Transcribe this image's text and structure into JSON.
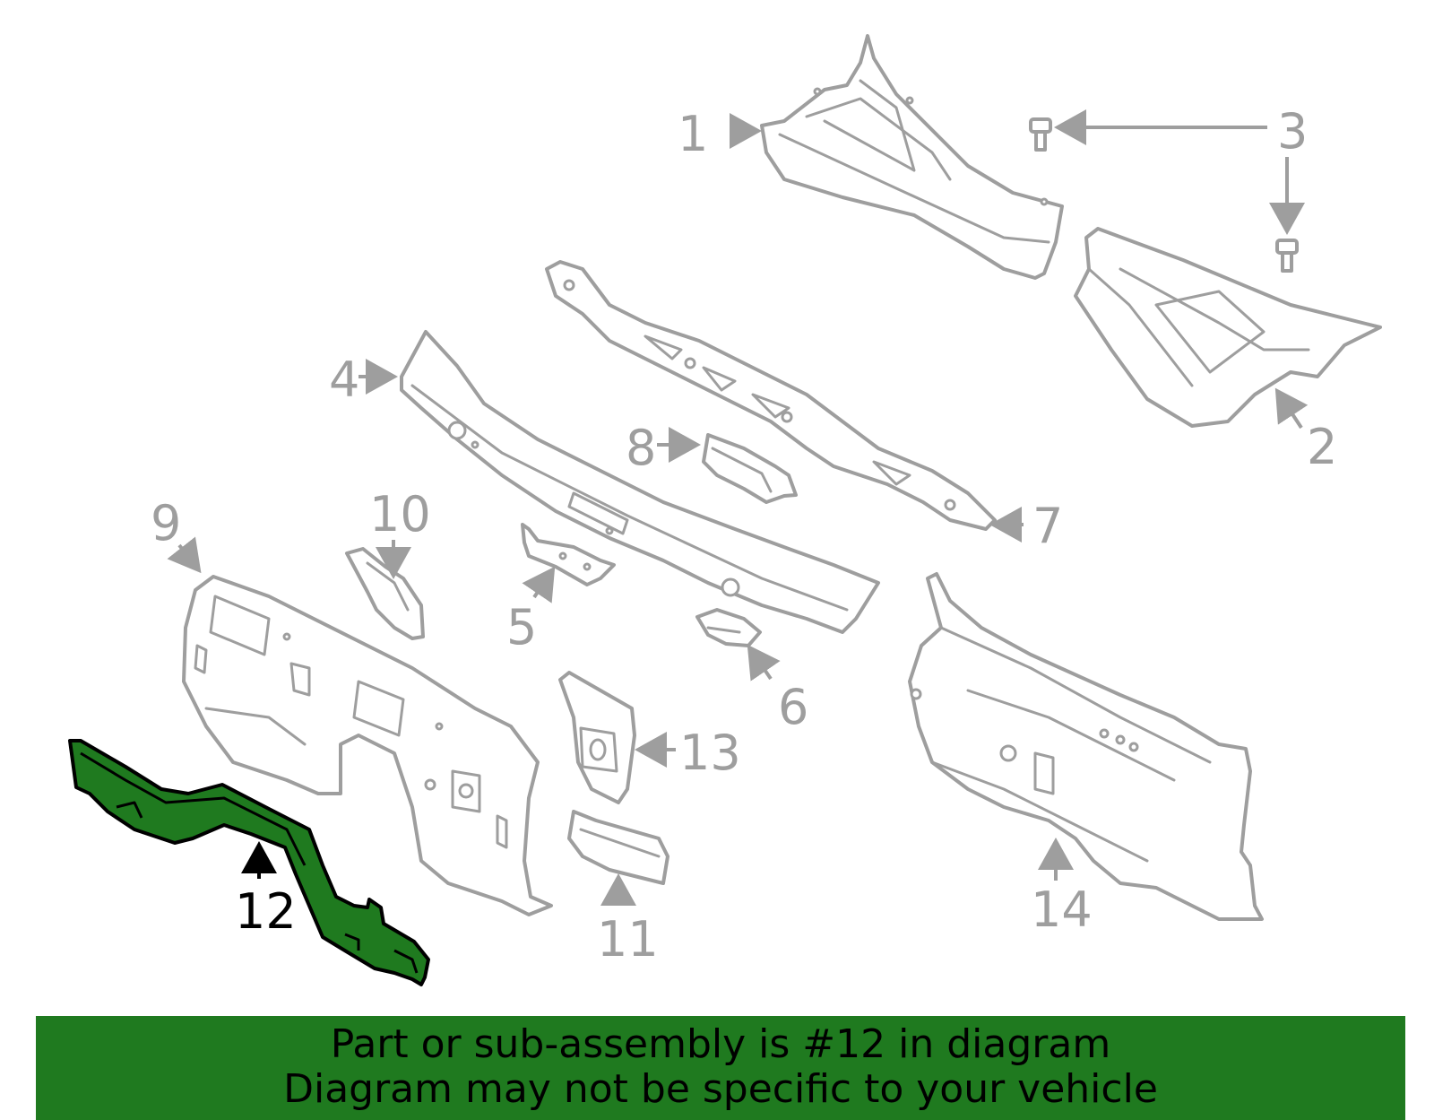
{
  "diagram": {
    "highlighted_part": "12",
    "highlight_color": "#1f7a1f",
    "line_color": "#9e9e9e",
    "callouts": [
      "1",
      "2",
      "3",
      "4",
      "5",
      "6",
      "7",
      "8",
      "9",
      "10",
      "11",
      "12",
      "13",
      "14"
    ]
  },
  "banner": {
    "line1": "Part or sub-assembly is #12 in diagram",
    "line2": "Diagram may not be specific to your vehicle",
    "background_color": "#1f7a1f"
  }
}
